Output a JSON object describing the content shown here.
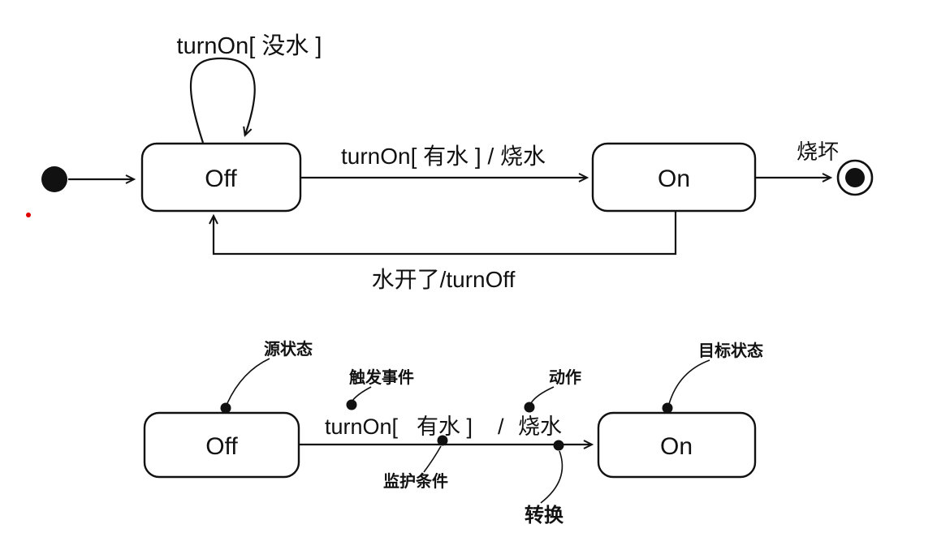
{
  "colors": {
    "line": "#111111",
    "gray_text": "#8f8f8f",
    "red_mark": "#e00000"
  },
  "top_diagram": {
    "states": {
      "off": "Off",
      "on": "On"
    },
    "transitions": {
      "self_loop_label": "turnOn[ 没水 ]",
      "off_to_on_label": "turnOn[ 有水 ] / 烧水",
      "on_to_final_label": "烧坏",
      "on_to_off_label": "水开了/turnOff"
    }
  },
  "bottom_diagram": {
    "states": {
      "off": "Off",
      "on": "On"
    },
    "transition_label": {
      "event": "turnOn[",
      "guard": "有水 ]",
      "separator": "/",
      "action": "烧水"
    },
    "annotations": {
      "source_state": "源状态",
      "trigger_event": "触发事件",
      "guard_condition": "监护条件",
      "action": "动作",
      "target_state": "目标状态",
      "transition": "转换"
    }
  }
}
